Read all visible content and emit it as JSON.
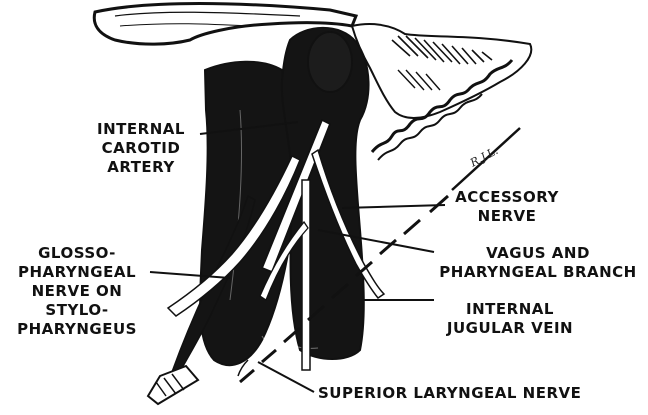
{
  "colors": {
    "ink": "#111111",
    "paper": "#ffffff"
  },
  "labels": {
    "internal_carotid": "INTERNAL CAROTID ARTERY",
    "internal_carotid_lines": [
      "INTERNAL",
      "CAROTID",
      "ARTERY"
    ],
    "accessory": "ACCESSORY NERVE",
    "accessory_lines": [
      "ACCESSORY",
      "NERVE"
    ],
    "glosso": "GLOSSO-PHARYNGEAL NERVE ON STYLO-PHARYNGEUS",
    "glosso_lines": [
      "GLOSSO-",
      "PHARYNGEAL",
      "NERVE ON",
      "STYLO-",
      "PHARYNGEUS"
    ],
    "vagus": "VAGUS AND PHARYNGEAL BRANCH",
    "vagus_lines": [
      "VAGUS AND",
      "PHARYNGEAL BRANCH"
    ],
    "jugular": "INTERNAL JUGULAR VEIN",
    "jugular_lines": [
      "INTERNAL",
      "JUGULAR VEIN"
    ],
    "laryngeal": "SUPERIOR LARYNGEAL NERVE"
  },
  "signature": "R.J.L."
}
